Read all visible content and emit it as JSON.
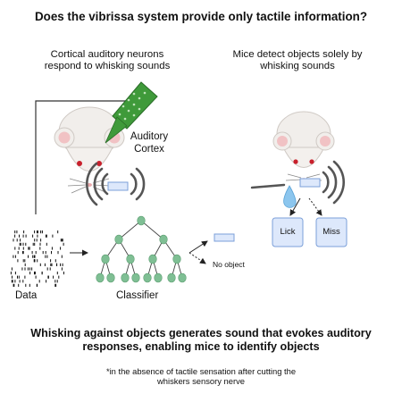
{
  "title": "Does the vibrissa system provide only tactile information?",
  "left_panel": {
    "heading_line1": "Cortical auditory neurons",
    "heading_line2": "respond to whisking sounds",
    "cortex_label_line1": "Auditory",
    "cortex_label_line2": "Cortex",
    "data_label": "Data",
    "classifier_label": "Classifier",
    "no_object_label": "No object"
  },
  "right_panel": {
    "heading_line1": "Mice detect objects solely by",
    "heading_line2": "whisking sounds",
    "lick_label": "Lick",
    "miss_label": "Miss"
  },
  "conclusion_line1": "Whisking against objects generates sound that evokes auditory",
  "conclusion_line2": "responses, enabling mice to identify objects",
  "note_line1": "*in the absence of tactile sensation after cutting the",
  "note_line2": "whiskers sensory nerve",
  "colors": {
    "probe_green": "#3f9a3a",
    "probe_dark": "#2f7d2d",
    "node_green": "#7fbf94",
    "object_fill": "#dde8fb",
    "object_stroke": "#7b9fd8",
    "water_blue": "#8cc6ee",
    "mouse_ear_pink": "#f1c2c4",
    "mouse_eye_red": "#c8202c"
  }
}
